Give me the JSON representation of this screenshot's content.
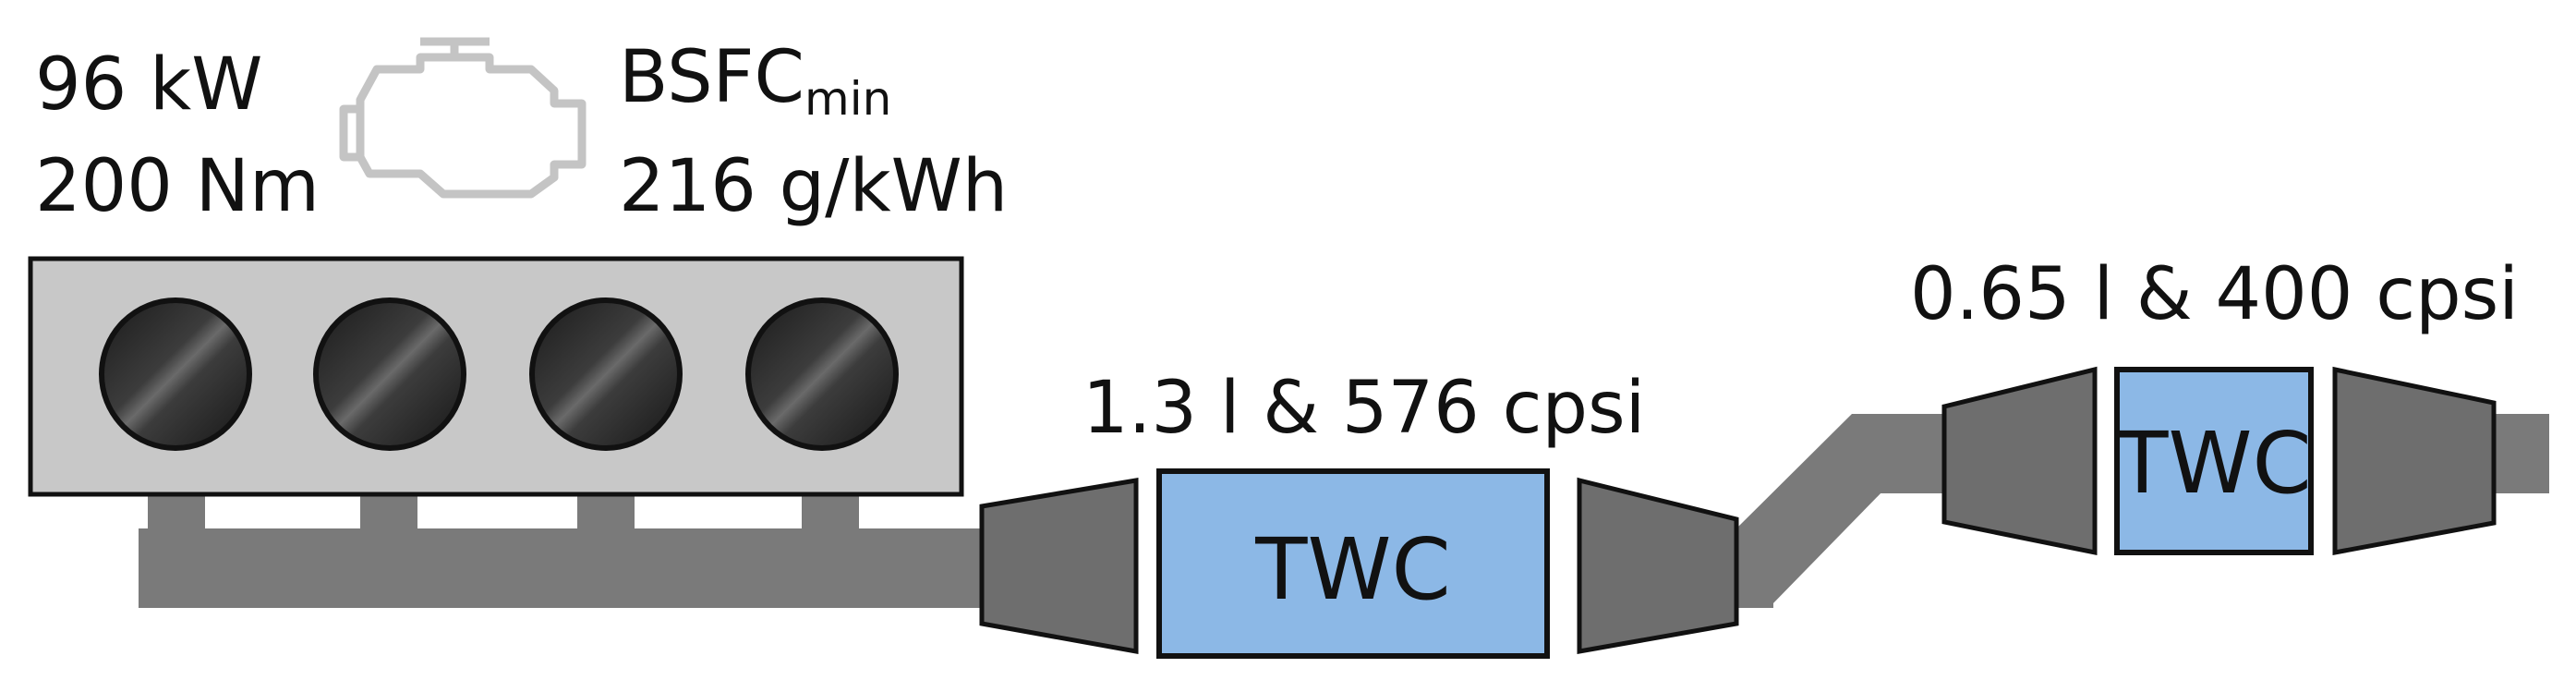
{
  "engine": {
    "power": "96 kW",
    "torque": "200 Nm",
    "bsfc_label": "BSFC",
    "bsfc_subscript": "min",
    "bsfc_value": "216 g/kWh",
    "icon": "engine-icon",
    "cylinder_count": 4
  },
  "catalysts": [
    {
      "spec": "1.3 l & 576 cpsi",
      "label": "TWC"
    },
    {
      "spec": "0.65 l & 400 cpsi",
      "label": "TWC"
    }
  ],
  "colors": {
    "pipe": "#7a7a7a",
    "engine_block": "#c8c8c8",
    "cone": "#6e6e6e",
    "twc_fill": "#8cb8e6",
    "outline": "#111111",
    "engine_icon": "#c4c4c4"
  }
}
